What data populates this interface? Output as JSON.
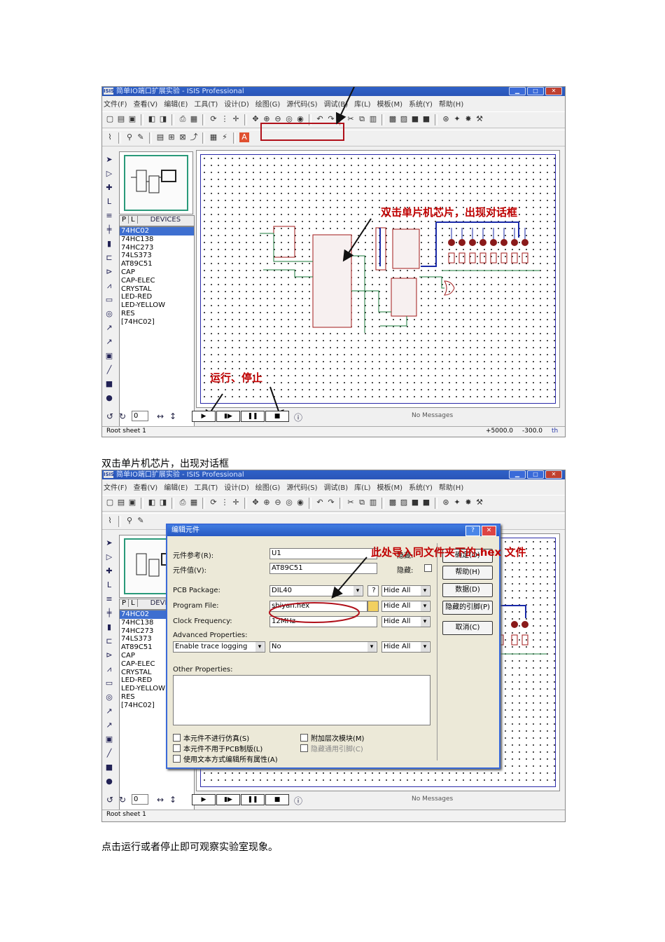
{
  "window": {
    "app_icon": "ISIS",
    "title": "简单IO端口扩展实验 - ISIS Professional",
    "menu": [
      "文件(F)",
      "查看(V)",
      "编辑(E)",
      "工具(T)",
      "设计(D)",
      "绘图(G)",
      "源代码(S)",
      "调试(B)",
      "库(L)",
      "模板(M)",
      "系统(Y)",
      "帮助(H)"
    ]
  },
  "devices": {
    "tabs": [
      "P",
      "L",
      "DEVICES"
    ],
    "items": [
      "74HC02",
      "74HC138",
      "74HC273",
      "74LS373",
      "AT89C51",
      "CAP",
      "CAP-ELEC",
      "CRYSTAL",
      "LED-RED",
      "LED-YELLOW",
      "RES",
      "[74HC02]"
    ],
    "selected": "74HC02"
  },
  "sim": {
    "rotation_value": "0",
    "messages": "No Messages"
  },
  "status": {
    "sheet": "Root sheet 1",
    "x": "+5000.0",
    "y": "-300.0",
    "unit": "th"
  },
  "annotations": {
    "dblclick": "双击单片机芯片，出现对话框",
    "run_stop": "运行、停止",
    "hex_hint": "此处导入同文件夹下的.hex 文件"
  },
  "captions": {
    "middle": "双击单片机芯片，出现对话框",
    "bottom": "点击运行或者停止即可观察实验室现象。"
  },
  "dialog": {
    "title": "编辑元件",
    "component_ref_label": "元件参考(R):",
    "component_ref": "U1",
    "hidden_label": "隐藏:",
    "component_value_label": "元件值(V):",
    "component_value": "AT89C51",
    "hidden_label_2": "隐藏:",
    "pcb_package_label": "PCB Package:",
    "pcb_package": "DIL40",
    "program_file_label": "Program File:",
    "program_file": "shiyan.hex",
    "clock_label": "Clock Frequency:",
    "clock": "12MHz",
    "hide_all": "Hide All",
    "advanced_label": "Advanced Properties:",
    "advanced_prop": "Enable trace logging",
    "advanced_value": "No",
    "other_label": "Other Properties:",
    "buttons": [
      "确定(O)",
      "帮助(H)",
      "数据(D)",
      "隐藏的引脚(P)",
      "取消(C)"
    ],
    "checkboxes": [
      "本元件不进行仿真(S)",
      "本元件不用于PCB制版(L)",
      "使用文本方式编辑所有属性(A)"
    ],
    "checkboxes_right": [
      "附加层次模块(M)",
      "隐藏通用引脚(C)"
    ]
  }
}
